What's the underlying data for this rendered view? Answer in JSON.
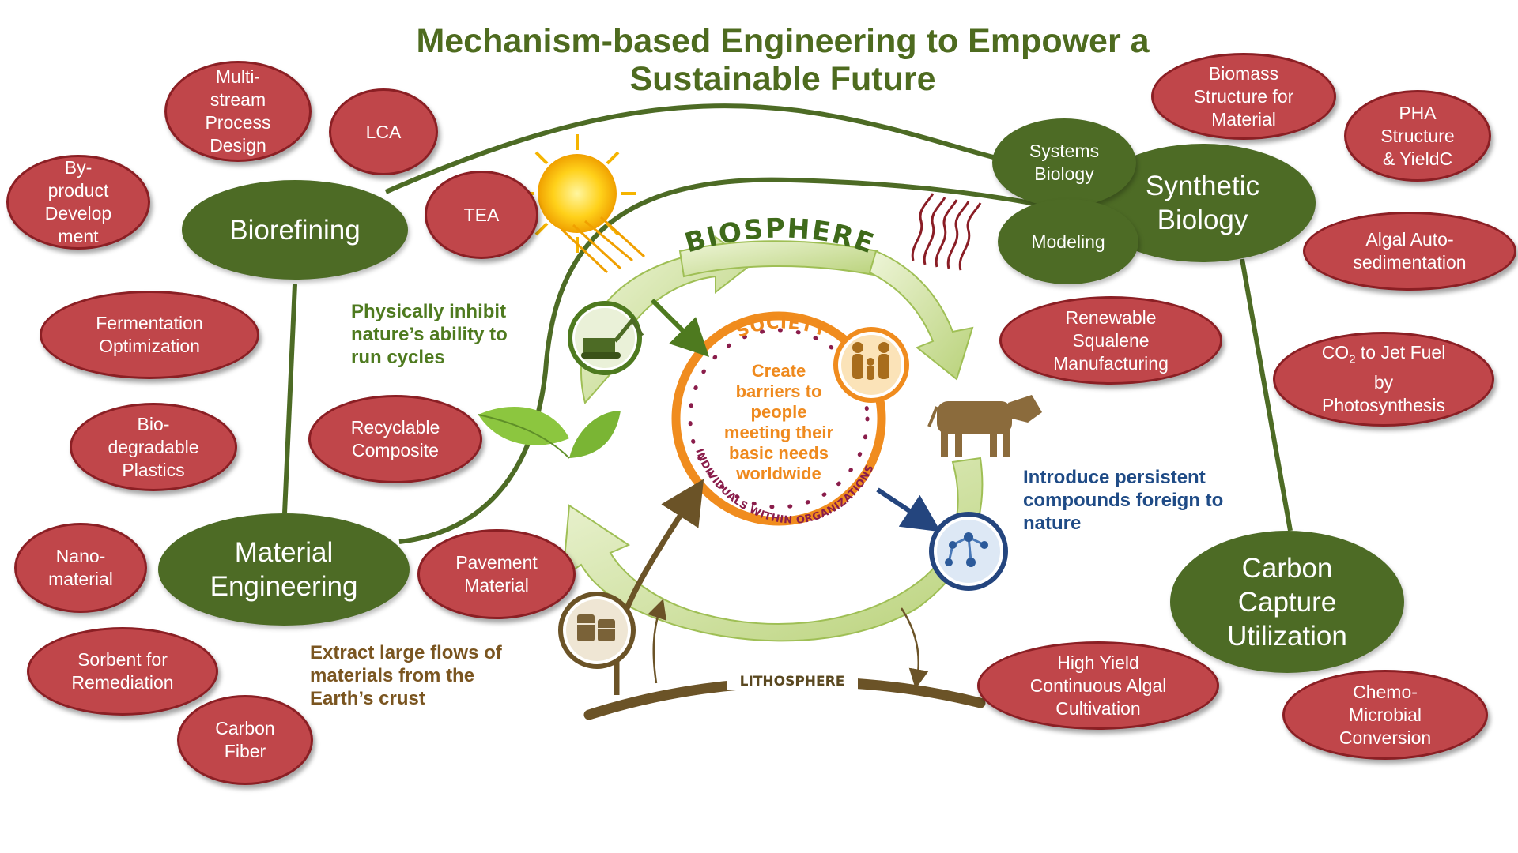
{
  "title": "Mechanism-based Engineering to Empower a Sustainable Future",
  "hubs": {
    "biorefining": "Biorefining",
    "material_engineering": "Material\nEngineering",
    "synthetic_biology": "Synthetic\nBiology",
    "systems_biology": "Systems\nBiology",
    "modeling": "Modeling",
    "carbon_capture": "Carbon\nCapture\nUtilization"
  },
  "topics": {
    "multi_stream": "Multi-\nstream\nProcess\nDesign",
    "lca": "LCA",
    "tea": "TEA",
    "byproduct": "By-\nproduct\nDevelop\nment",
    "fermentation": "Fermentation\nOptimization",
    "biodegradable": "Bio-\ndegradable\nPlastics",
    "recyclable": "Recyclable\nComposite",
    "nanomaterial": "Nano-\nmaterial",
    "pavement": "Pavement\nMaterial",
    "sorbent": "Sorbent for\nRemediation",
    "carbon_fiber": "Carbon\nFiber",
    "biomass": "Biomass\nStructure for\nMaterial",
    "pha": "PHA\nStructure\n& YieldC",
    "algal_auto": "Algal Auto-\nsedimentation",
    "co2_prefix": "CO",
    "co2_sub": "2",
    "co2_rest": " to Jet Fuel\nby\nPhotosynthesis",
    "squalene": "Renewable\nSqualene\nManufacturing",
    "high_yield": "High Yield\nContinuous Algal\nCultivation",
    "chemo": "Chemo-\nMicrobial\nConversion"
  },
  "cycle": {
    "biosphere": "BIOSPHERE",
    "society": "SOCIETY",
    "individuals": "INDIVIDUALS WITHIN ORGANIZATIONS",
    "lithosphere": "LITHOSPHERE",
    "center": "Create\nbarriers to\npeople\nmeeting their\nbasic needs\nworldwide"
  },
  "annotations": {
    "inhibit": "Physically inhibit\nnature’s ability to\nrun cycles",
    "persistent": "Introduce persistent\ncompounds foreign to\nnature",
    "extract": "Extract large flows of\nmaterials from the\nEarth’s crust"
  },
  "colors": {
    "title": "#4e6b1f",
    "hub_green": "#4d6b25",
    "topic_red": "#c0464a",
    "society_orange": "#ef8a1e",
    "individuals_purple": "#8a1d4b",
    "biosphere_arrow": "#c8dc8a",
    "lithosphere_brown": "#6b5327"
  },
  "icons": [
    "sun-icon",
    "heat-waves-icon",
    "excavator-icon",
    "people-icon",
    "leaves-icon",
    "cow-icon",
    "molecule-icon",
    "barrels-icon"
  ]
}
